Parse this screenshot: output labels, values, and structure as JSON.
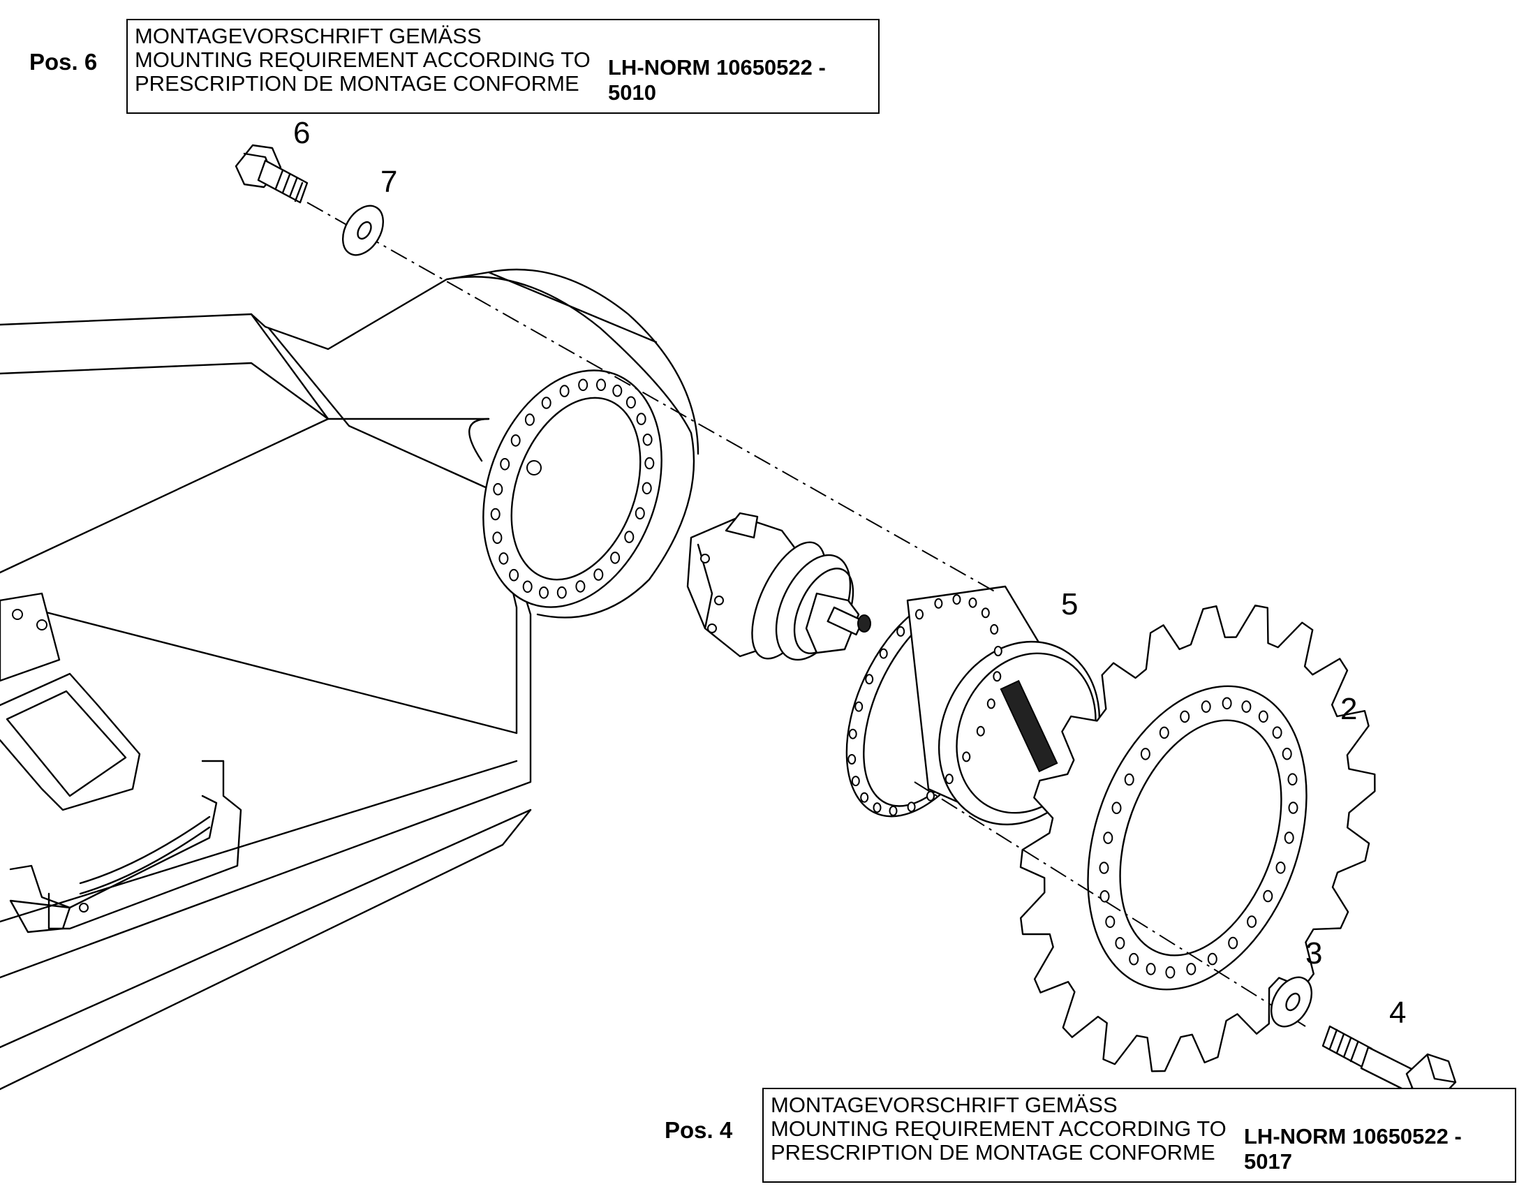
{
  "notes": [
    {
      "pos_label": "Pos. 6",
      "lines": [
        "MONTAGEVORSCHRIFT GEMÄSS",
        "MOUNTING REQUIREMENT ACCORDING TO",
        "PRESCRIPTION DE MONTAGE CONFORME"
      ],
      "norm": "LH-NORM 10650522 - 5010"
    },
    {
      "pos_label": "Pos. 4",
      "lines": [
        "MONTAGEVORSCHRIFT GEMÄSS",
        "MOUNTING REQUIREMENT ACCORDING TO",
        "PRESCRIPTION DE MONTAGE CONFORME"
      ],
      "norm": "LH-NORM 10650522 - 5017"
    }
  ],
  "callouts": {
    "bolt_top": "6",
    "washer_top": "7",
    "gearbox": "5",
    "sprocket": "2",
    "washer_bottom": "3",
    "bolt_bottom": "4"
  }
}
